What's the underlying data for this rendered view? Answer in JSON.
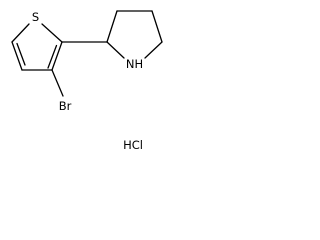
{
  "molecule": {
    "atoms": {
      "sulfur": "S",
      "bromine": "Br",
      "amine": "NH"
    },
    "salt": "HCl"
  },
  "colors": {
    "bond": "#000000",
    "label": "#000000",
    "background": "#ffffff"
  }
}
